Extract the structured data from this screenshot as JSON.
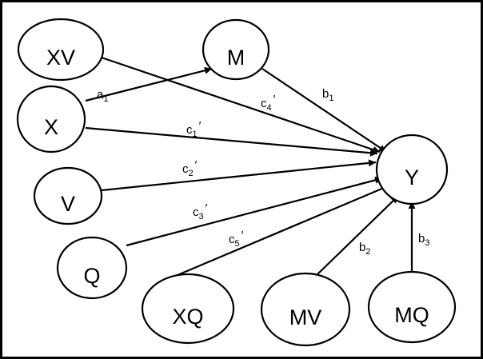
{
  "colors": {
    "stroke": "#000000",
    "background": "#ffffff"
  },
  "nodes": [
    {
      "id": "XV",
      "label": "XV"
    },
    {
      "id": "M",
      "label": "M"
    },
    {
      "id": "X",
      "label": "X"
    },
    {
      "id": "V",
      "label": "V"
    },
    {
      "id": "Q",
      "label": "Q"
    },
    {
      "id": "XQ",
      "label": "XQ"
    },
    {
      "id": "MV",
      "label": "MV"
    },
    {
      "id": "MQ",
      "label": "MQ"
    },
    {
      "id": "Y",
      "label": "Y"
    }
  ],
  "edges": [
    {
      "from": "X",
      "to": "M",
      "label": {
        "base": "a",
        "sub": "1",
        "prime": ""
      }
    },
    {
      "from": "M",
      "to": "Y",
      "label": {
        "base": "b",
        "sub": "1",
        "prime": ""
      }
    },
    {
      "from": "XV",
      "to": "Y",
      "label": {
        "base": "c",
        "sub": "4",
        "prime": "′"
      }
    },
    {
      "from": "X",
      "to": "Y",
      "label": {
        "base": "c",
        "sub": "1",
        "prime": "′"
      }
    },
    {
      "from": "V",
      "to": "Y",
      "label": {
        "base": "c",
        "sub": "2",
        "prime": "′"
      }
    },
    {
      "from": "Q",
      "to": "Y",
      "label": {
        "base": "c",
        "sub": "3",
        "prime": "′"
      }
    },
    {
      "from": "XQ",
      "to": "Y",
      "label": {
        "base": "c",
        "sub": "5",
        "prime": "′"
      }
    },
    {
      "from": "MV",
      "to": "Y",
      "label": {
        "base": "b",
        "sub": "2",
        "prime": ""
      }
    },
    {
      "from": "MQ",
      "to": "Y",
      "label": {
        "base": "b",
        "sub": "3",
        "prime": ""
      }
    }
  ]
}
